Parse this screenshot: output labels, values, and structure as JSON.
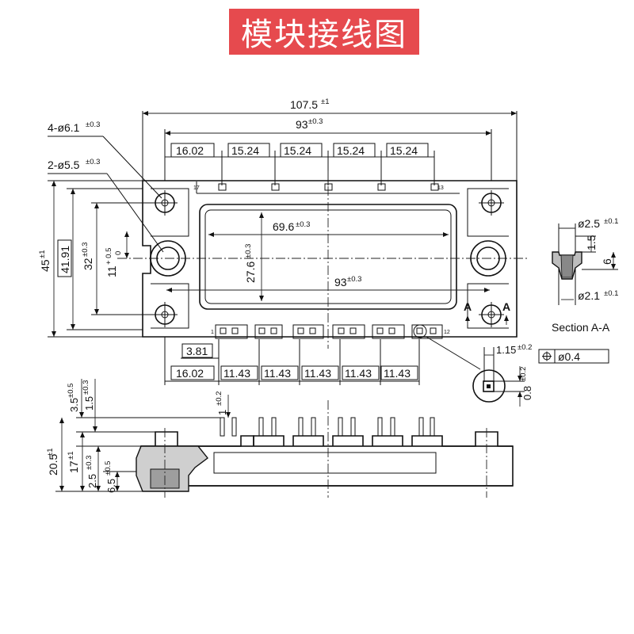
{
  "title": "模块接线图",
  "top_view": {
    "overall_length": "107.5",
    "overall_length_tol": "±1",
    "hole_pitch": "93",
    "hole_pitch_tol": "±0.3",
    "mount_holes": "4-ø6.1",
    "mount_holes_tol": "±0.3",
    "side_holes": "2-ø5.5",
    "side_holes_tol": "±0.3",
    "top_pin_spacings": [
      "16.02",
      "15.24",
      "15.24",
      "15.24",
      "15.24"
    ],
    "bottom_pin_spacings": [
      "16.02",
      "11.43",
      "11.43",
      "11.43",
      "11.43",
      "11.43"
    ],
    "pin_offset": "3.81",
    "window_width": "69.6",
    "window_width_tol": "±0.3",
    "window_height": "27.6",
    "window_height_tol": "±0.3",
    "inner_length": "93",
    "inner_length_tol": "±0.3",
    "height": "45",
    "height_tol": "±1",
    "height_box": "41.91",
    "hole_vertical": "32",
    "hole_vertical_tol": "±0.3",
    "center_offset": "11",
    "center_offset_tol_plus": "+ 0.5",
    "center_offset_tol_minus": "0",
    "pin_label_17": "17",
    "pin_label_13": "13",
    "pin_label_1": "1",
    "pin_label_12": "12",
    "section_mark": "A"
  },
  "section_aa": {
    "label": "Section A-A",
    "outer_dia": "ø2.5",
    "outer_dia_tol": "±0.1",
    "inner_dia": "ø2.1",
    "inner_dia_tol": "±0.1",
    "dim_1_5": "1.5",
    "dim_6": "6"
  },
  "pin_detail": {
    "pitch": "1.15",
    "pitch_tol": "±0.2",
    "position_tol": "ø0.4",
    "pin_size": "0.8",
    "pin_size_tol": "±0.2"
  },
  "side_view": {
    "dim_3_5": "3.5",
    "dim_3_5_tol": "±0.5",
    "dim_1_5": "1.5",
    "dim_1_5_tol": "±0.3",
    "dim_1": "1",
    "dim_1_tol": "±0.2",
    "total_height": "20.5",
    "total_height_tol": "±1",
    "body_height": "17",
    "body_height_tol": "±1",
    "dim_2_5": "2.5",
    "dim_2_5_tol": "±0.3",
    "dim_6_5": "6.5",
    "dim_6_5_tol": "±0.5"
  }
}
